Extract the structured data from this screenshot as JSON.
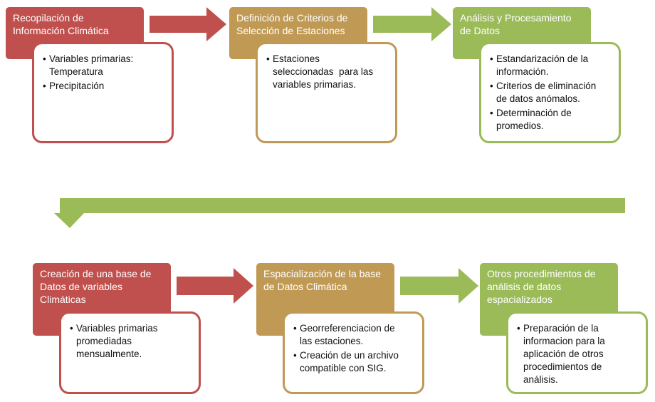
{
  "colors": {
    "red": "#c0504d",
    "gold": "#c09a55",
    "green": "#9bbb59"
  },
  "steps": [
    {
      "title_lines": [
        "Recopilación de",
        "Información Climática"
      ],
      "bullets": [
        [
          "Variables primarias:",
          "Temperatura"
        ],
        [
          "Precipitación"
        ]
      ]
    },
    {
      "title_lines": [
        "Definición de Criterios de",
        "Selección de Estaciones"
      ],
      "bullets": [
        [
          "Estaciones",
          "seleccionadas  para las",
          "variables primarias."
        ]
      ]
    },
    {
      "title_lines": [
        "Análisis y Procesamiento",
        "de Datos"
      ],
      "bullets": [
        [
          "Estandarización de la",
          "información."
        ],
        [
          "Criterios de eliminación",
          "de datos anómalos."
        ],
        [
          "Determinación de",
          "promedios."
        ]
      ]
    },
    {
      "title_lines": [
        "Creación de una base de",
        "Datos de variables",
        "Climáticas"
      ],
      "bullets": [
        [
          "Variables primarias",
          "promediadas",
          "mensualmente."
        ]
      ]
    },
    {
      "title_lines": [
        "Espacialización de la base",
        "de Datos Climática"
      ],
      "bullets": [
        [
          "Georreferenciacion de",
          "las estaciones."
        ],
        [
          "Creación de un archivo",
          "compatible con SIG."
        ]
      ]
    },
    {
      "title_lines": [
        "Otros procedimientos de",
        "análisis de datos",
        "espacializados"
      ],
      "bullets": [
        [
          "Preparación de la",
          "informacion para la",
          "aplicación de otros",
          "procedimientos de",
          "análisis."
        ]
      ]
    }
  ]
}
